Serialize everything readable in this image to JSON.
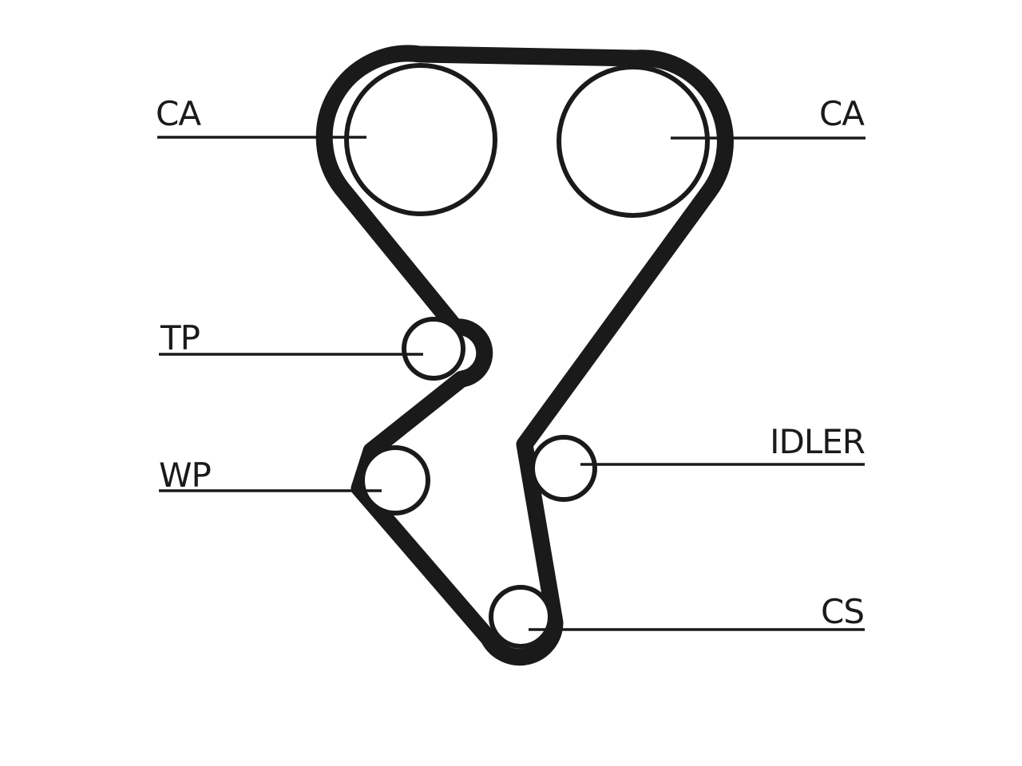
{
  "labels": {
    "cam_left": "CA",
    "cam_right": "CA",
    "tensioner": "TP",
    "water_pump": "WP",
    "idler": "IDLER",
    "crankshaft": "CS"
  },
  "colors": {
    "ink": "#1a1a1a",
    "background": "#ffffff"
  }
}
